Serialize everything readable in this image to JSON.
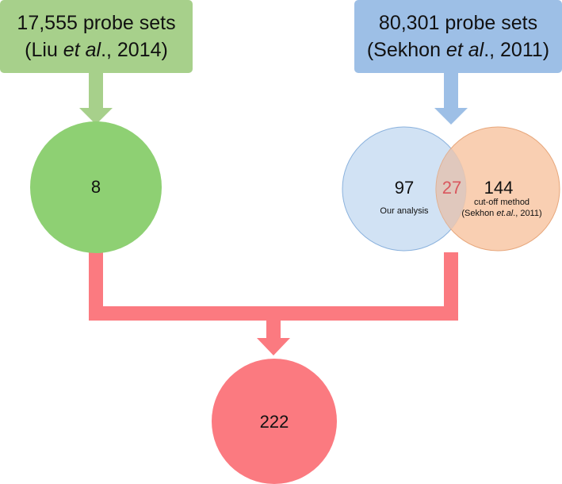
{
  "source_left": {
    "count": "17,555 probe sets",
    "cite_pre": "(Liu ",
    "cite_em": "et al",
    "cite_post": "., 2014)"
  },
  "source_right": {
    "count": "80,301 probe sets",
    "cite_pre": "(Sekhon ",
    "cite_em": "et al",
    "cite_post": "., 2011)"
  },
  "left_circle": {
    "value": "8"
  },
  "venn": {
    "left_value": "97",
    "left_label": "Our analysis",
    "overlap_value": "27",
    "right_value": "144",
    "right_label_1": "cut-off method",
    "right_label_2_pre": "(Sekhon ",
    "right_label_2_em": "et.al",
    "right_label_2_post": "., 2011)"
  },
  "result": {
    "value": "222"
  },
  "colors": {
    "green_box": "#a7d08b",
    "green_circle": "#8ed073",
    "blue_box": "#9dbfe6",
    "venn_blue": "#c9ddf2",
    "venn_orange": "#f8c7a5",
    "red": "#fb7a80",
    "overlap_text": "#d9575e"
  }
}
